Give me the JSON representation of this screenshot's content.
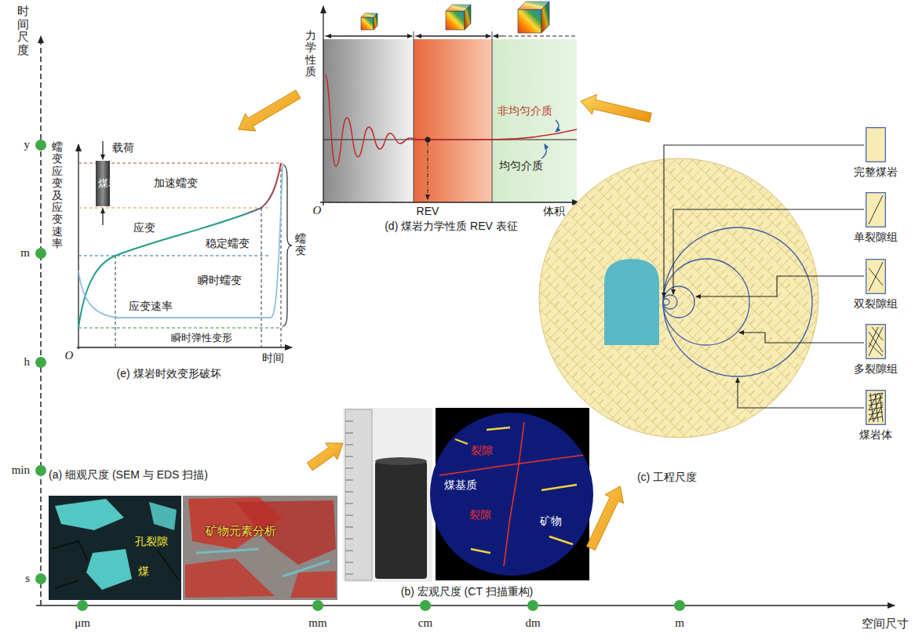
{
  "diagram": {
    "nodes": [
      {
        "text": [
          "(a) 细观尺度 (SEM 与 EDS 扫描)"
        ]
      },
      {
        "text": [
          "(b) 宏观尺度 (CT 扫描重构)"
        ]
      },
      {
        "text": [
          "(c) 工程尺度"
        ]
      },
      {
        "text": [
          "完整煤岩"
        ],
        "in": 2
      },
      {
        "text": [
          "单裂隙组"
        ],
        "in": 2
      },
      {
        "text": [
          "双裂隙组"
        ],
        "in": 2
      },
      {
        "text": [
          "多裂隙组"
        ],
        "in": 2
      },
      {
        "text": [
          "煤岩体"
        ],
        "in": 2
      },
      {
        "text": [
          "(d) 煤岩力学性质 REV 表征"
        ]
      },
      {
        "text": [
          "(e) 煤岩时效变形破坏"
        ]
      },
      {
        "text": [
          "煤岩"
        ],
        "in": 9
      }
    ],
    "edges": [
      {
        "from": 0,
        "to": 1,
        "arrow": "to"
      },
      {
        "from": 1,
        "to": 2,
        "arrow": "to"
      },
      {
        "from": 2,
        "to": 8,
        "arrow": "to"
      },
      {
        "from": 8,
        "to": 9,
        "arrow": "to"
      }
    ],
    "labels": [
      "时间尺度",
      "y",
      "m",
      "h",
      "min",
      "s",
      "μm",
      "mm",
      "cm",
      "dm",
      "m",
      "空间尺寸",
      "孔裂隙",
      "煤",
      "矿物元素分析",
      "裂隙",
      "煤基质",
      "裂隙",
      "矿物",
      "力学性质",
      "非均匀介质",
      "均匀介质",
      "O",
      "REV",
      "体积",
      "蠕变应变及应变速率",
      "载荷",
      "加速蠕变",
      "应变",
      "稳定蠕变",
      "瞬时蠕变",
      "应变速率",
      "瞬时弹性变形",
      "蠕变",
      "O",
      "时间"
    ]
  }
}
